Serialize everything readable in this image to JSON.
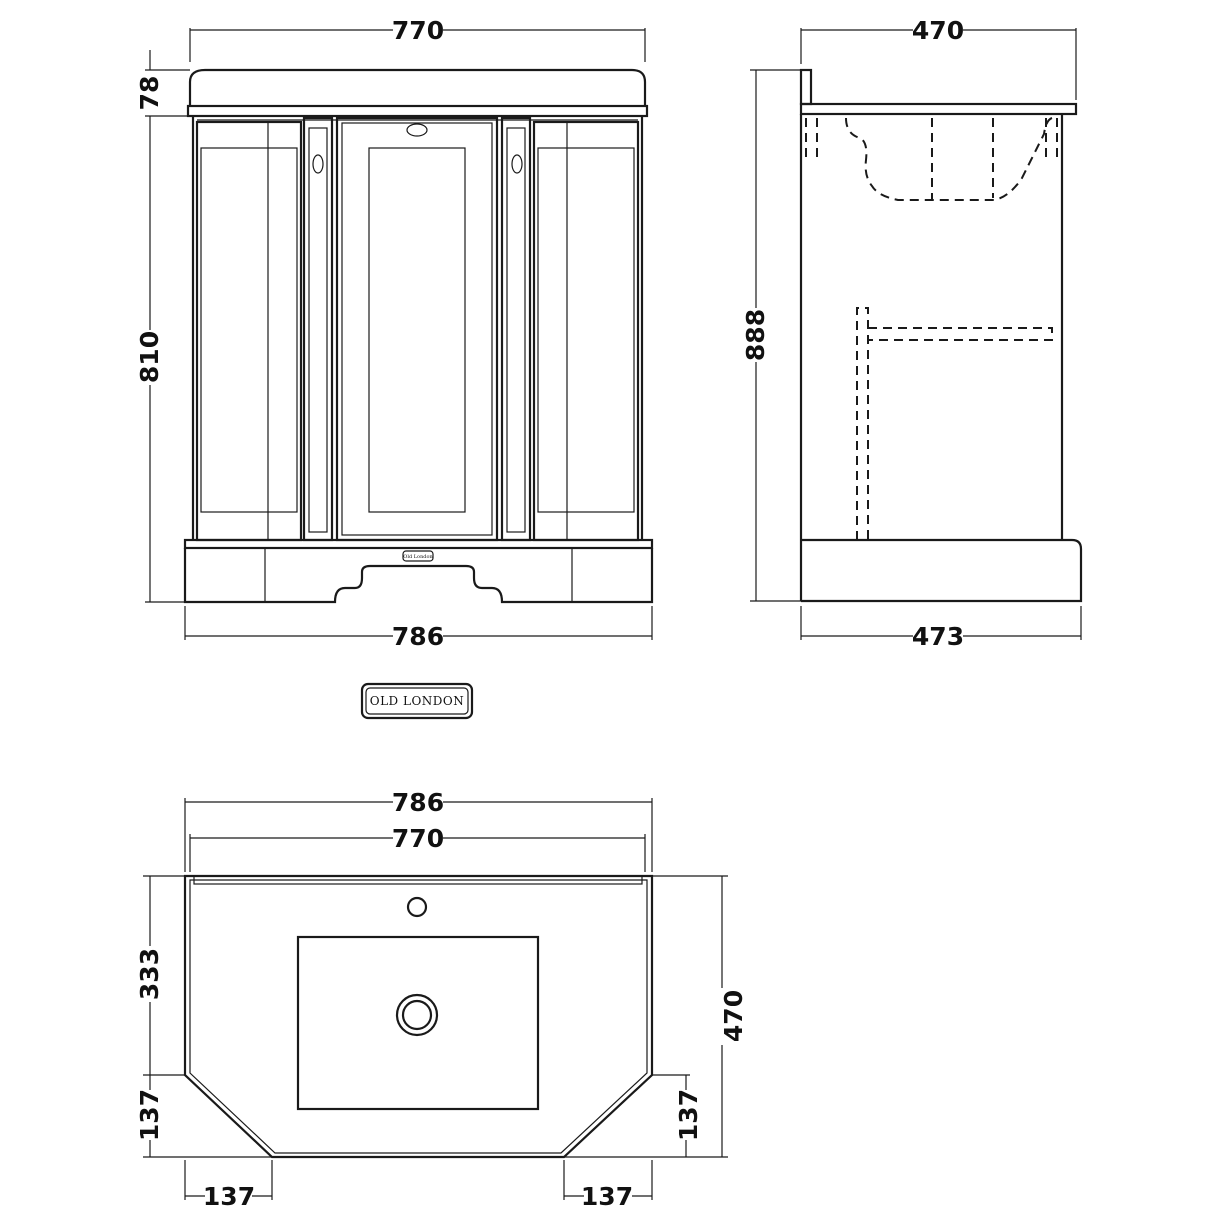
{
  "brand": {
    "name": "Old London",
    "badge_text": "OLD LONDON"
  },
  "front_view": {
    "width_top": "770",
    "width_base": "786",
    "height_top": "78",
    "height_body": "810"
  },
  "side_view": {
    "depth_top": "470",
    "depth_base": "473",
    "height_total": "888"
  },
  "plan_view": {
    "width_outer": "786",
    "width_inner": "770",
    "depth_front": "333",
    "depth_total": "470",
    "chamfer_left_depth": "137",
    "chamfer_right_depth": "137",
    "chamfer_left_width": "137",
    "chamfer_right_width": "137"
  },
  "colors": {
    "line": "#1a1a1a",
    "background": "#ffffff"
  }
}
